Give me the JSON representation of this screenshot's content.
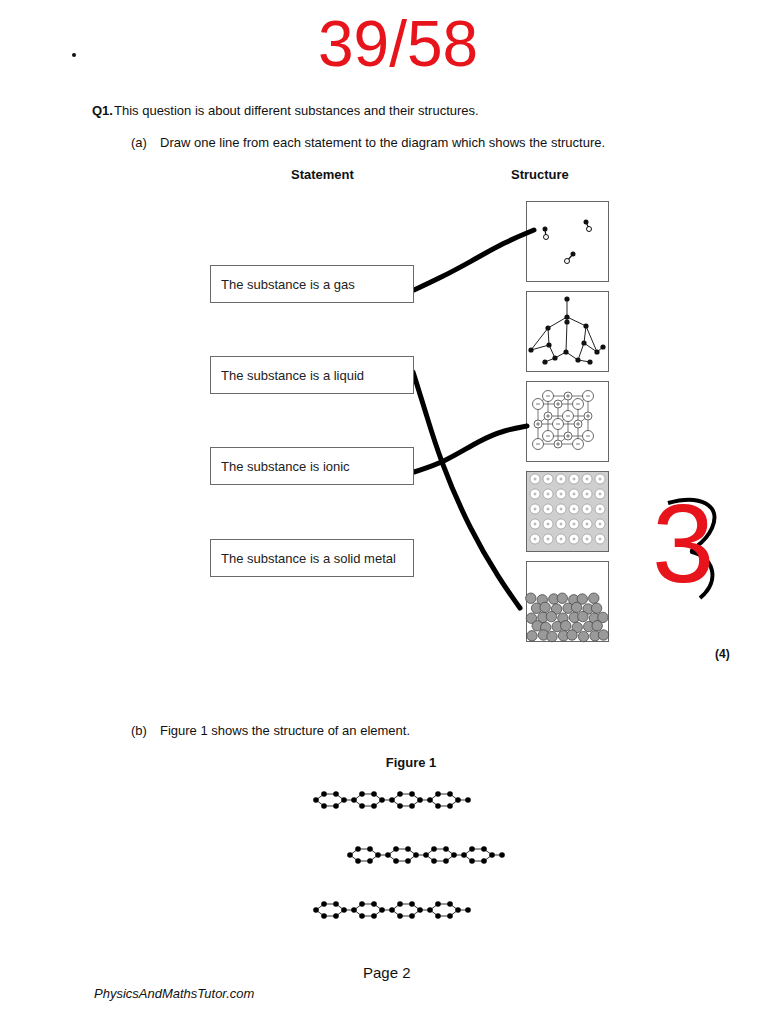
{
  "diagram": {
    "nodes": [
      {
        "text": [
          "The substance is a gas"
        ]
      },
      {
        "text": [
          "The substance is a liquid"
        ]
      },
      {
        "text": [
          "The substance is ionic"
        ]
      },
      {
        "text": [
          "The substance is a solid metal"
        ]
      }
    ],
    "labels": [
      "39/58",
      "Q1.",
      "This question is about different substances and their structures.",
      "(a)",
      "Draw one line from each statement to the diagram which shows the structure.",
      "Statement",
      "Structure",
      "3",
      "(4)",
      "(b)",
      "Figure 1 shows the structure of an element.",
      "Figure 1",
      "Page 2",
      "PhysicsAndMathsTutor.com"
    ]
  }
}
